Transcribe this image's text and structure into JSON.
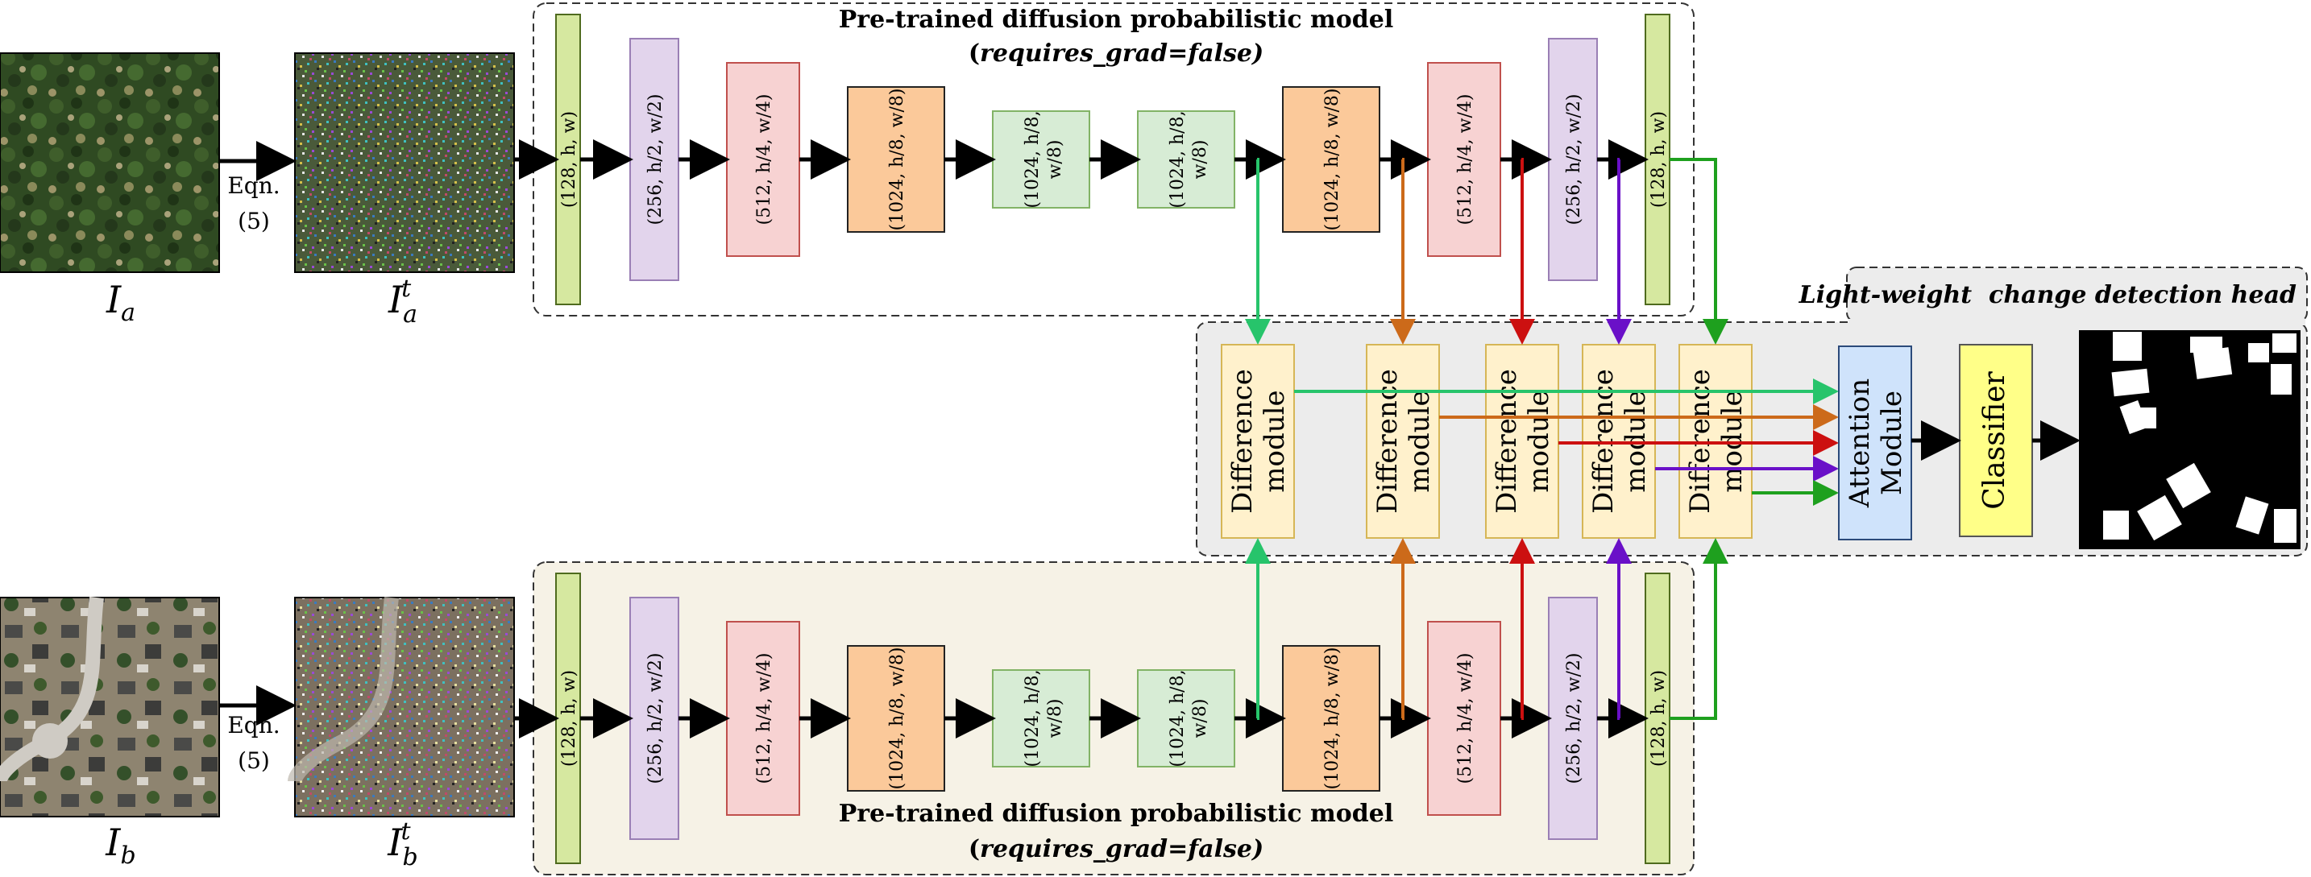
{
  "colors": {
    "feat_green": "#d6e8a0",
    "feat_green_stroke": "#4f6b1e",
    "lavender": "#e2d4ec",
    "lavender_stroke": "#9a7fb5",
    "pink": "#f7d2d2",
    "pink_stroke": "#c0504d",
    "orange": "#fbc99a",
    "orange_stroke": "#222222",
    "mint": "#d7ecd5",
    "mint_stroke": "#82b366",
    "diff_fill": "#fff1cc",
    "diff_stroke": "#d6b656",
    "attn_fill": "#cfe3fb",
    "attn_stroke": "#2b4a7a",
    "classifier_fill": "#ffff88",
    "classifier_stroke": "#555555",
    "panel_gray": "#ececec",
    "panel_beige": "#f6f2e6",
    "arrow_green": "#27c46b",
    "arrow_orange": "#cc6a1a",
    "arrow_red": "#cc1010",
    "arrow_purple": "#6a10c8",
    "arrow_darkgreen": "#1ea01e"
  },
  "top_model": {
    "title": "Pre-trained diffusion probabilistic model",
    "subtitle_open": "(",
    "subtitle_key": "requires_grad",
    "subtitle_rest": "=false)"
  },
  "bottom_model": {
    "title": "Pre-trained diffusion probabilistic model",
    "subtitle_open": "(",
    "subtitle_key": "requires_grad",
    "subtitle_rest": "=false)"
  },
  "inputs": {
    "a": {
      "label_base": "I",
      "label_sub": "a",
      "noisy_base": "I",
      "noisy_sub": "a",
      "noisy_sup": "t",
      "eqn": "Eqn.",
      "eqn_num": "(5)"
    },
    "b": {
      "label_base": "I",
      "label_sub": "b",
      "noisy_base": "I",
      "noisy_sub": "b",
      "noisy_sup": "t",
      "eqn": "Eqn.",
      "eqn_num": "(5)"
    }
  },
  "encoder_blocks": [
    {
      "line1": "(128, h, w)",
      "line2": ""
    },
    {
      "line1": "(256, h/2, w/2)",
      "line2": ""
    },
    {
      "line1": "(512, h/4, w/4)",
      "line2": ""
    },
    {
      "line1": "(1024, h/8, w/8)",
      "line2": ""
    },
    {
      "line1": "(1024, h/8,",
      "line2": "w/8)"
    },
    {
      "line1": "(1024, h/8,",
      "line2": "w/8)"
    },
    {
      "line1": "(1024, h/8, w/8)",
      "line2": ""
    },
    {
      "line1": "(512, h/4, w/4)",
      "line2": ""
    },
    {
      "line1": "(256, h/2, w/2)",
      "line2": ""
    },
    {
      "line1": "(128, h, w)",
      "line2": ""
    }
  ],
  "head": {
    "title": "Light-weight  change detection head",
    "diff_line1": "Difference",
    "diff_line2": "module",
    "attention_line1": "Attention",
    "attention_line2": "Module",
    "classifier": "Classifier"
  }
}
